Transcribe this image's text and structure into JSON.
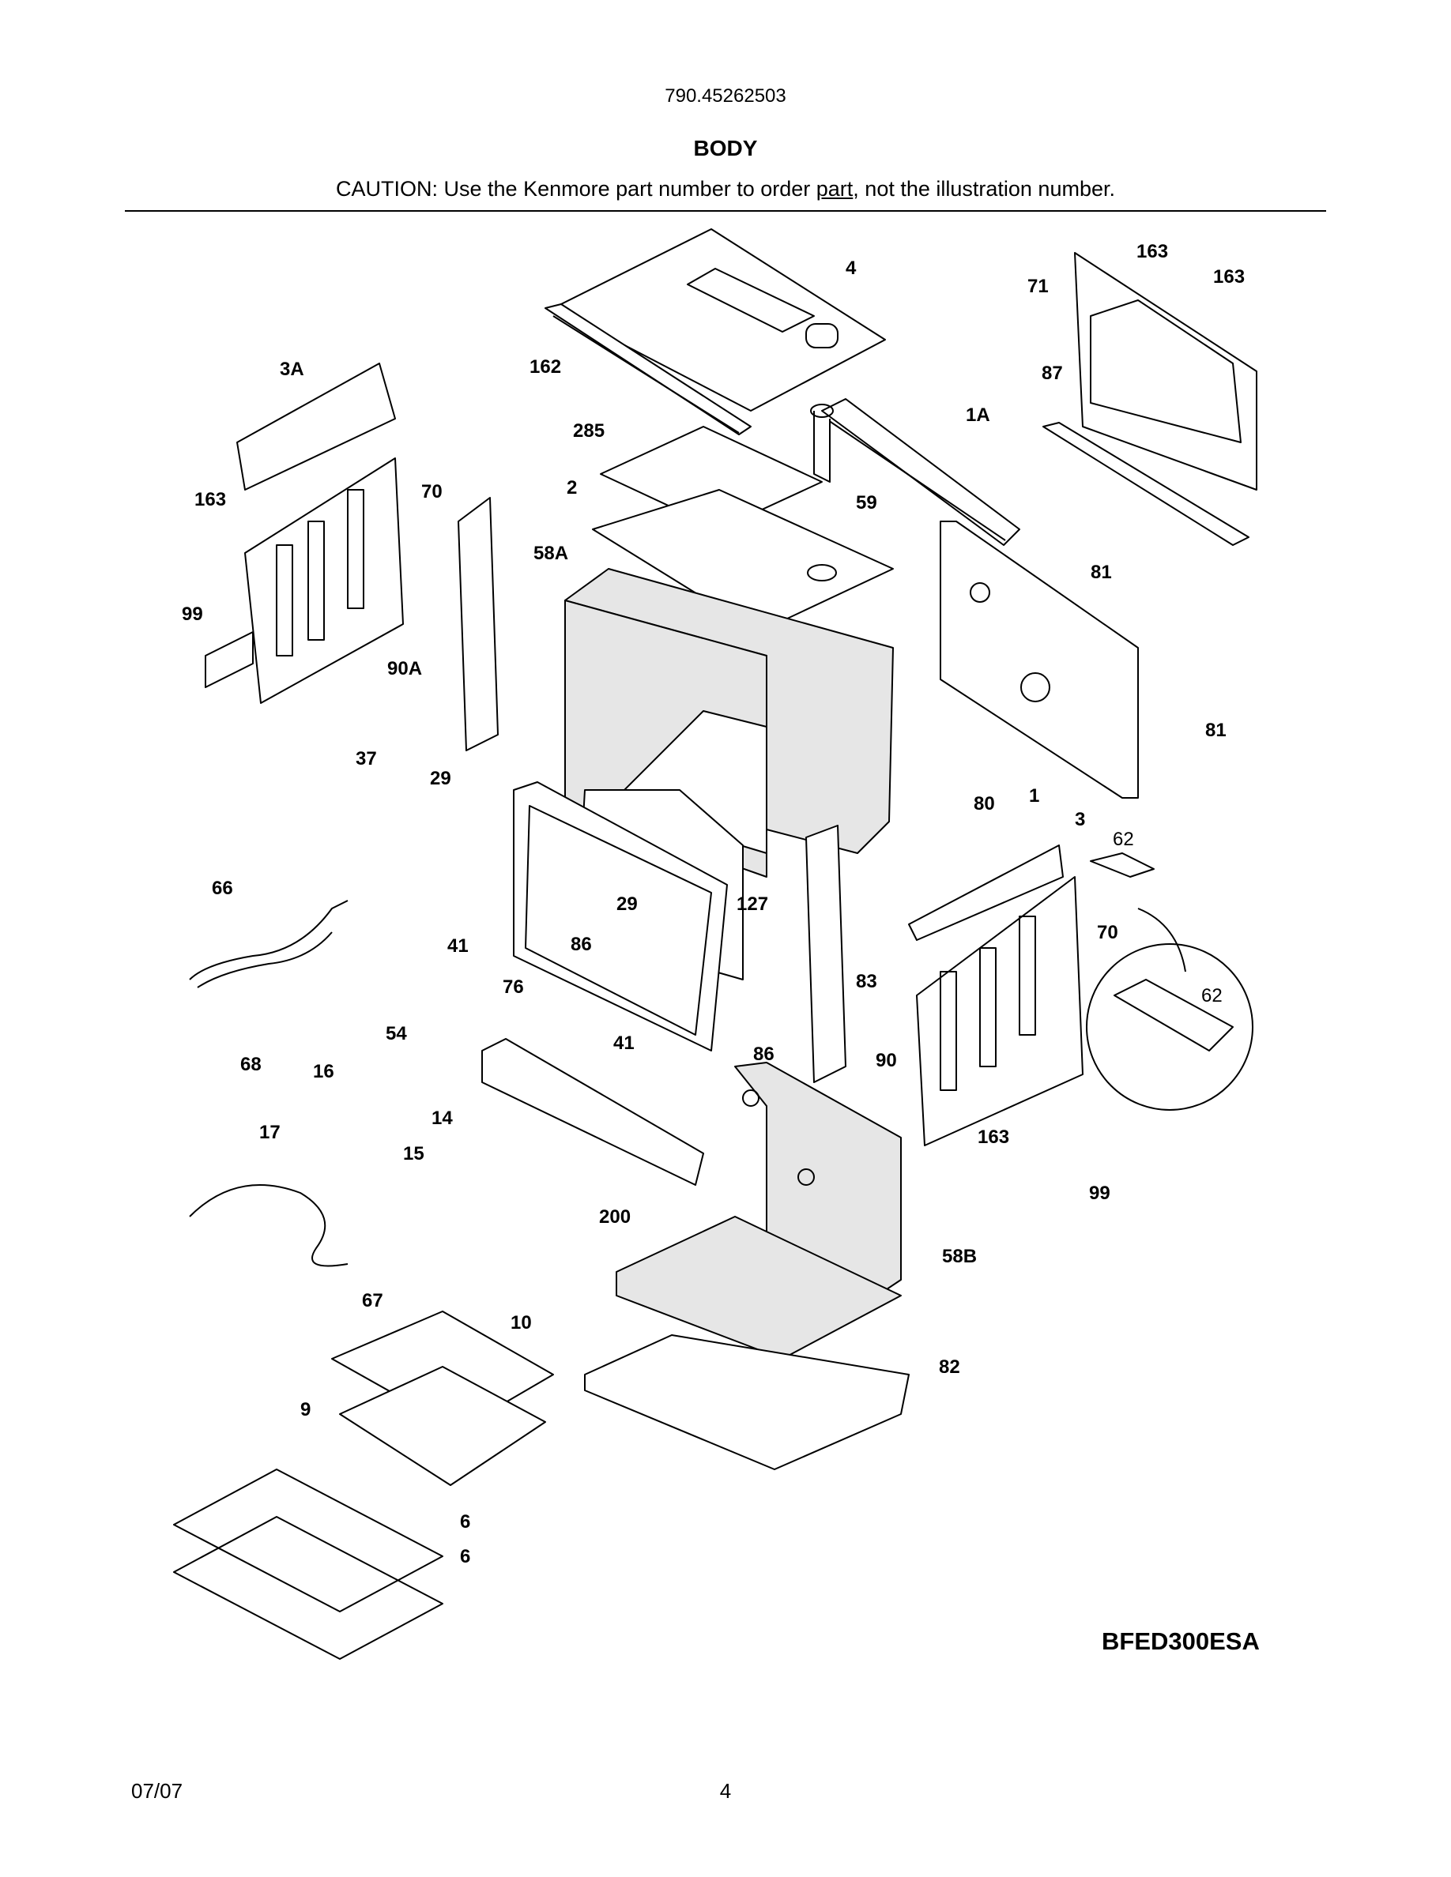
{
  "header": {
    "model_number": "790.45262503",
    "title": "BODY",
    "caution_pre": "CAUTION: Use the Kenmore part number to order ",
    "caution_link": "part",
    "caution_post": ", not the illustration number."
  },
  "callouts": {
    "c4": "4",
    "c163a": "163",
    "c163b": "163",
    "c71": "71",
    "c3A": "3A",
    "c162": "162",
    "c87": "87",
    "c1A": "1A",
    "c285": "285",
    "c163c": "163",
    "c70a": "70",
    "c2": "2",
    "c59": "59",
    "c81a": "81",
    "c58A": "58A",
    "c99a": "99",
    "c90A": "90A",
    "c81b": "81",
    "c37": "37",
    "c29a": "29",
    "c80": "80",
    "c1": "1",
    "c3": "3",
    "c62a": "62",
    "c66": "66",
    "c127": "127",
    "c29b": "29",
    "c41a": "41",
    "c86a": "86",
    "c70b": "70",
    "c76": "76",
    "c83": "83",
    "c62b": "62",
    "c54": "54",
    "c41b": "41",
    "c86b": "86",
    "c90": "90",
    "c68": "68",
    "c16": "16",
    "c14": "14",
    "c17": "17",
    "c15": "15",
    "c163d": "163",
    "c99b": "99",
    "c200": "200",
    "c58B": "58B",
    "c67": "67",
    "c10": "10",
    "c82": "82",
    "c9": "9",
    "c6a": "6",
    "c6b": "6"
  },
  "footer": {
    "diagram_code": "BFED300ESA",
    "date": "07/07",
    "page_number": "4"
  }
}
